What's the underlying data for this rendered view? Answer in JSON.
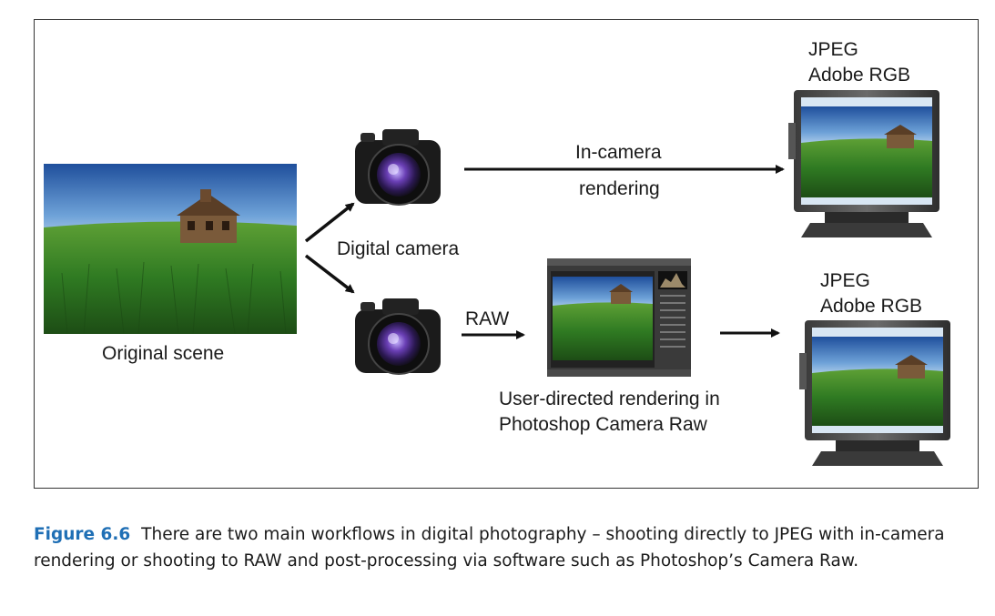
{
  "labels": {
    "original_scene": "Original scene",
    "digital_camera": "Digital camera",
    "in_camera_line1": "In-camera",
    "in_camera_line2": "rendering",
    "raw": "RAW",
    "user_directed_line1": "User-directed rendering in",
    "user_directed_line2": "Photoshop Camera Raw",
    "top_output_line1": "JPEG",
    "top_output_line2": "Adobe RGB",
    "bottom_output_line1": "JPEG",
    "bottom_output_line2": "Adobe RGB"
  },
  "caption": {
    "figure_number": "Figure 6.6",
    "text": "There are two main workflows in digital photography – shooting directly to JPEG with in-camera rendering or shooting to RAW and post-processing via software such as Photoshop’s Camera Raw."
  },
  "colors": {
    "caption_accent": "#1f6fb5",
    "sky_top": "#2a5ea8",
    "field_green": "#3d8a2a",
    "camera_body": "#1b1b1b",
    "lens_purple": "#6a3fb5"
  },
  "icons": [
    "camera-icon",
    "monitor-icon",
    "arrow-icon",
    "photoshop-window-icon"
  ]
}
